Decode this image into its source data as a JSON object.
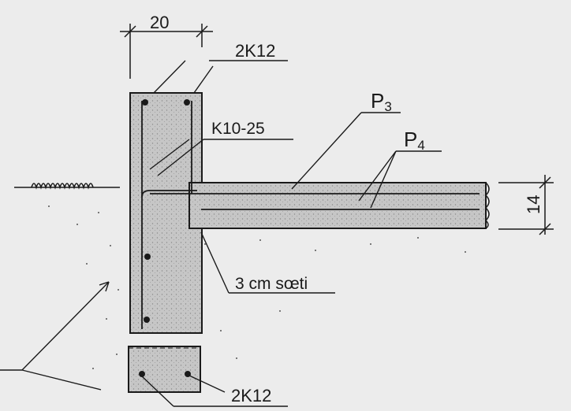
{
  "labels": {
    "top_dimension": "20",
    "top_rebar": "2K12",
    "stirrups": "K10-25",
    "bar_p3_letter": "P",
    "bar_p3_index": "3",
    "bar_p4_letter": "P",
    "bar_p4_index": "4",
    "slab_thickness": "14",
    "cavity": "3 cm sœti",
    "bottom_rebar": "2K12"
  },
  "colors": {
    "background": "#ececec",
    "ink": "#1a1a1a",
    "concrete": "#c4c4c4"
  }
}
